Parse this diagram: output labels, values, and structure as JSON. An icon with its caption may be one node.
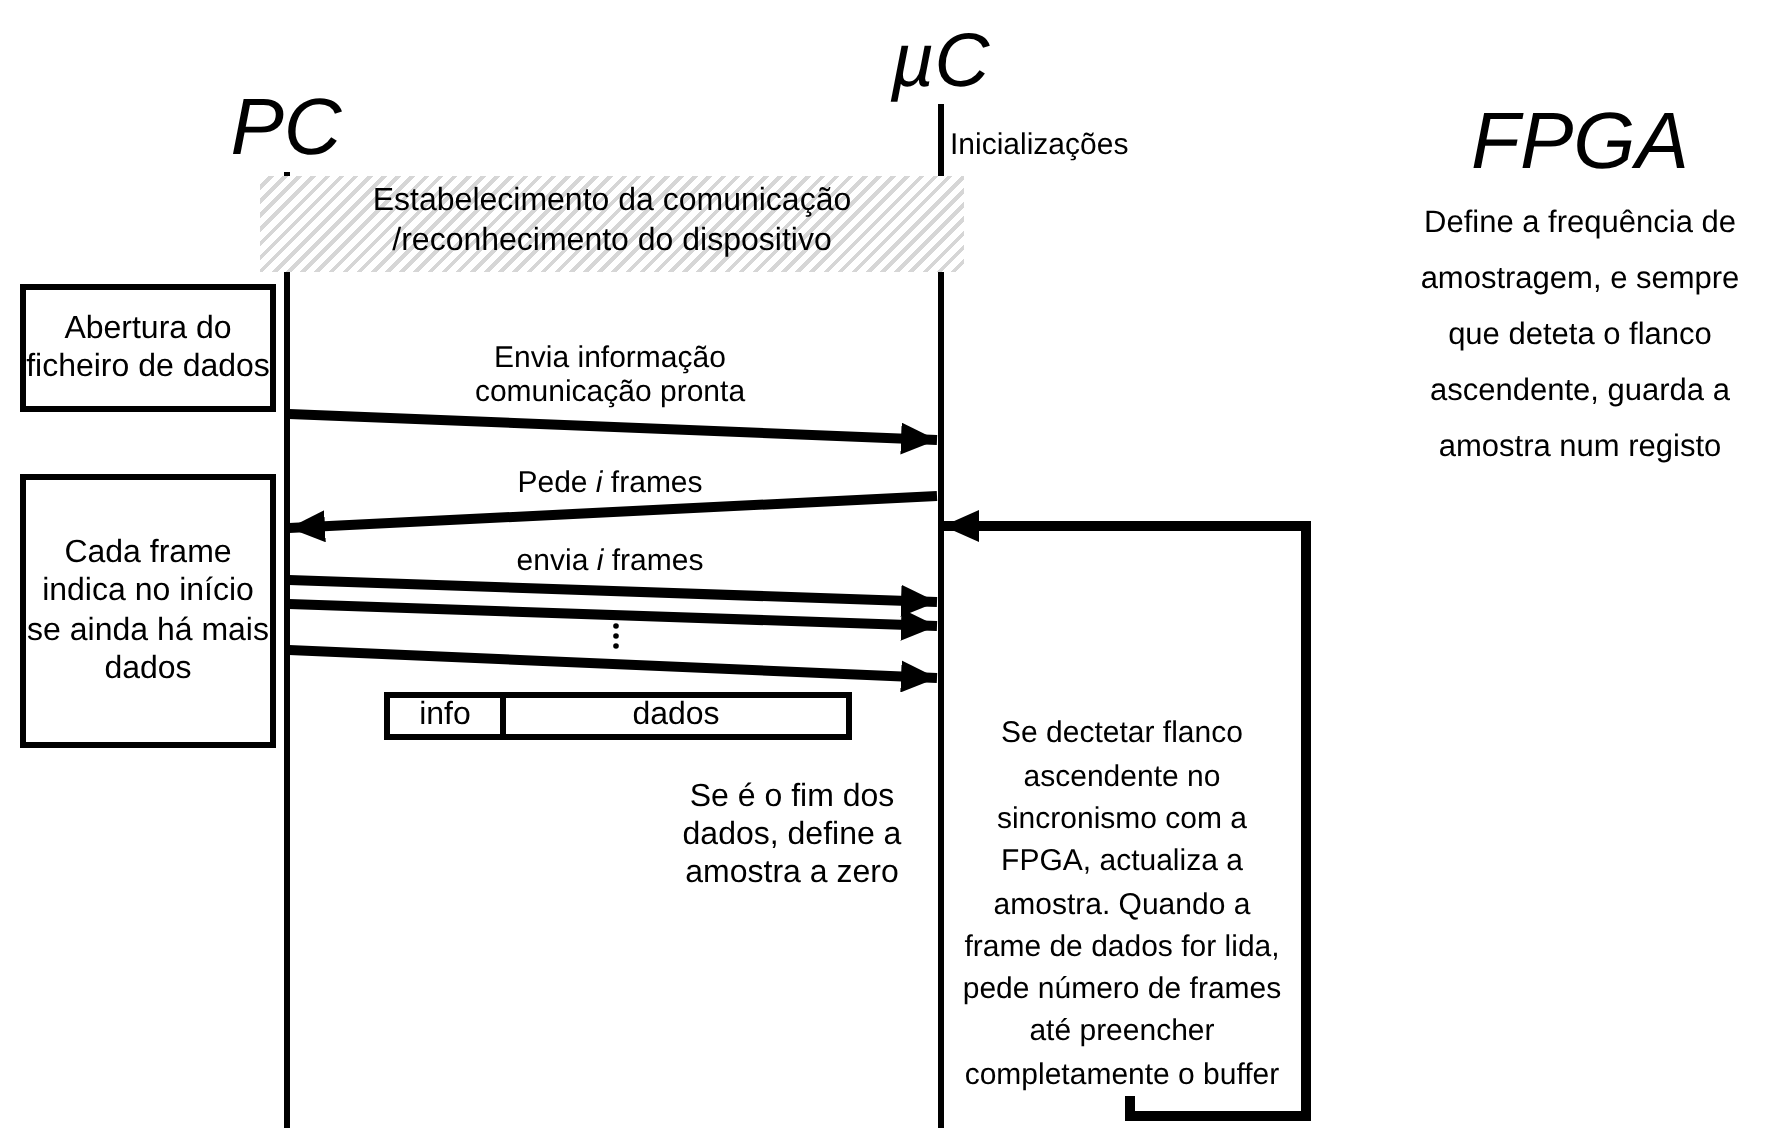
{
  "diagram": {
    "nodes": [
      {
        "text": [
          "PC"
        ]
      },
      {
        "text": [
          "µC"
        ]
      },
      {
        "text": [
          "Estabelecimento da comunicação /reconhecimento do dispositivo"
        ]
      },
      {
        "text": [
          "Abertura do ficheiro de dados"
        ]
      },
      {
        "text": [
          "Cada frame indica no início se ainda há mais dados"
        ]
      },
      {
        "text": [
          "info",
          "dados"
        ]
      },
      {
        "text": [
          "Se dectetar flanco ascendente no sincronismo com a FPGA, actualiza a amostra. Quando a frame de dados for lida, pede número de frames até preencher completamente o buffer"
        ]
      }
    ],
    "edges": [
      {
        "from": 0,
        "to": 1,
        "arrow": "to",
        "label": "Envia informação comunicação pronta"
      },
      {
        "from": 1,
        "to": 0,
        "arrow": "to",
        "label": "Pede *i* frames"
      },
      {
        "from": 0,
        "to": 1,
        "arrow": "to",
        "label": "envia *i* frames"
      },
      {
        "from": 0,
        "to": 1,
        "arrow": "to"
      },
      {
        "from": 0,
        "to": 1,
        "arrow": "to"
      },
      {
        "from": 6,
        "to": 1,
        "arrow": "to"
      }
    ],
    "labels": [
      "Inicializações",
      "FPGA",
      "Define a frequência de amostragem, e sempre que deteta o flanco ascendente, guarda a amostra num registo",
      "Se é o fim dos dados, define a amostra a zero"
    ]
  }
}
